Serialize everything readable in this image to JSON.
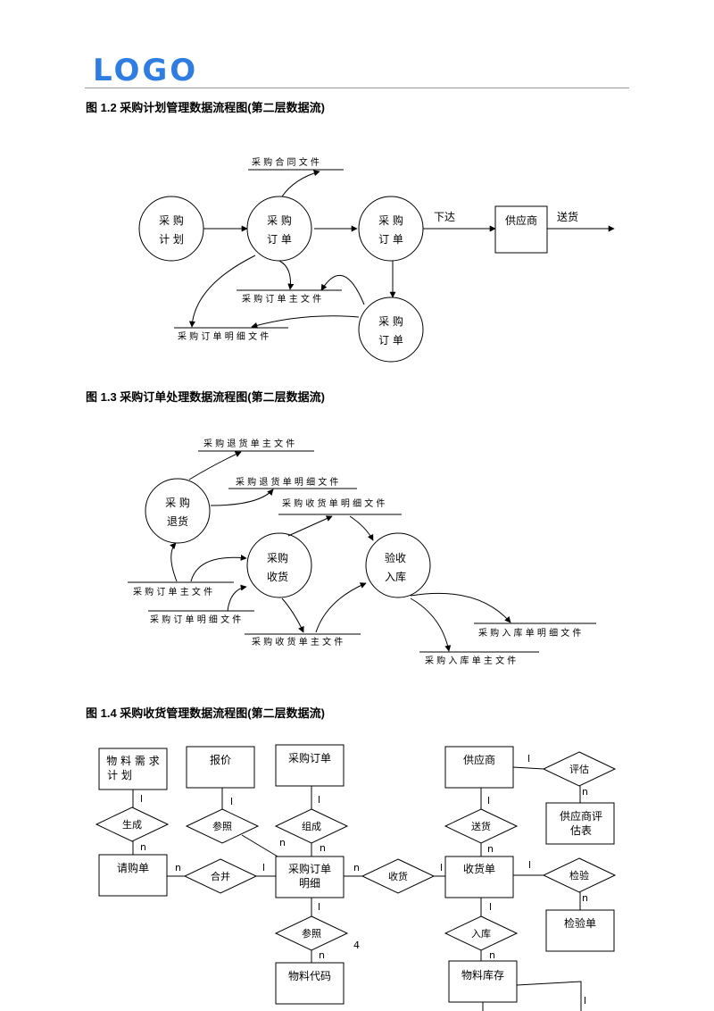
{
  "header": {
    "logo_text": "LOGO"
  },
  "figures": {
    "fig12": {
      "title": "图 1.2  采购计划管理数据流程图(第二层数据流)",
      "processes": [
        {
          "id": "p1",
          "lines": [
            "采 购",
            "计 划"
          ]
        },
        {
          "id": "p2",
          "lines": [
            "采 购",
            "订 单"
          ]
        },
        {
          "id": "p3",
          "lines": [
            "采 购",
            "订 单"
          ]
        },
        {
          "id": "p4",
          "lines": [
            "采 购",
            "订 单"
          ]
        }
      ],
      "entity": "供应商",
      "stores": {
        "contract": "采 购 合 同   文 件",
        "order_main": "采 购 订 单 主 文 件",
        "order_detail": "采 购 订 单 明 细 文 件"
      },
      "flows": {
        "issue": "下达",
        "deliver": "送货"
      }
    },
    "fig13": {
      "title": "图 1.3  采购订单处理数据流程图(第二层数据流)",
      "processes": [
        {
          "id": "return",
          "lines": [
            "采  购",
            "退货"
          ]
        },
        {
          "id": "receive",
          "lines": [
            "采购",
            "收货"
          ]
        },
        {
          "id": "inspect",
          "lines": [
            "验收",
            "入库"
          ]
        }
      ],
      "stores": {
        "return_main": "采 购 退 货 单 主 文 件",
        "return_detail": "采 购 退 货 单 明 细 文 件",
        "receipt_detail": "采 购 收 货 单 明 细 文 件",
        "order_main": "采 购 订 单 主 文 件",
        "order_detail": "采 购 订 单 明 细 文 件",
        "receipt_main": "采 购 收 货 单 主 文 件",
        "stockin_detail": "采 购 入 库 单 明 细 文 件",
        "stockin_main": "采 购 入 库 单 主 文 件"
      }
    },
    "fig14": {
      "title": "图 1.4  采购收货管理数据流程图(第二层数据流)",
      "entities": {
        "material_plan": [
          "物 料 需 求",
          "计 划"
        ],
        "quote": [
          "报价"
        ],
        "po": [
          "采购订单"
        ],
        "supplier": [
          "供应商"
        ],
        "supplier_eval": [
          "供应商评",
          "估表"
        ],
        "requisition": [
          "请购单"
        ],
        "po_detail": [
          "采购订单",
          "明细"
        ],
        "receipt": [
          "收货单"
        ],
        "inspection": [
          "检验单"
        ],
        "material_code": [
          "物料代码"
        ],
        "inventory": [
          "物料库存"
        ]
      },
      "relations": {
        "generate": "生成",
        "refer1": "参照",
        "compose": "组成",
        "deliver": "送货",
        "evaluate": "评估",
        "merge": "合并",
        "receive": "收货",
        "inspect": "检验",
        "refer2": "参照",
        "stockin": "入库"
      },
      "cardinality": {
        "one": "l",
        "many": "n"
      },
      "stray_number": "4"
    }
  }
}
